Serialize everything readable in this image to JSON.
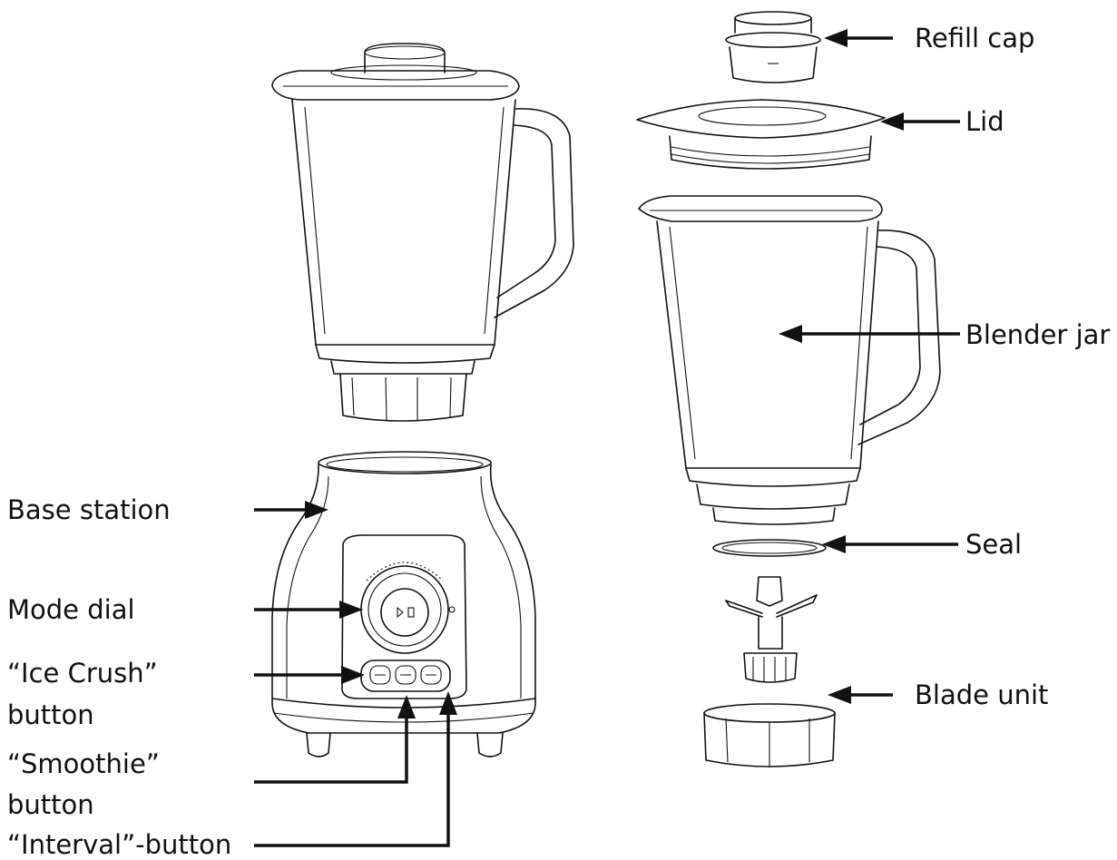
{
  "labels": {
    "refill_cap": "Refill cap",
    "lid": "Lid",
    "blender_jar": "Blender jar",
    "seal": "Seal",
    "blade_unit": "Blade unit",
    "base_station": "Base station",
    "mode_dial": "Mode dial",
    "ice_crush_1": "“Ice Crush”",
    "ice_crush_2": "button",
    "smoothie_1": "“Smoothie”",
    "smoothie_2": "button",
    "interval": "“Interval”-button"
  },
  "colors": {
    "ink": "#111111",
    "background": "#ffffff"
  }
}
